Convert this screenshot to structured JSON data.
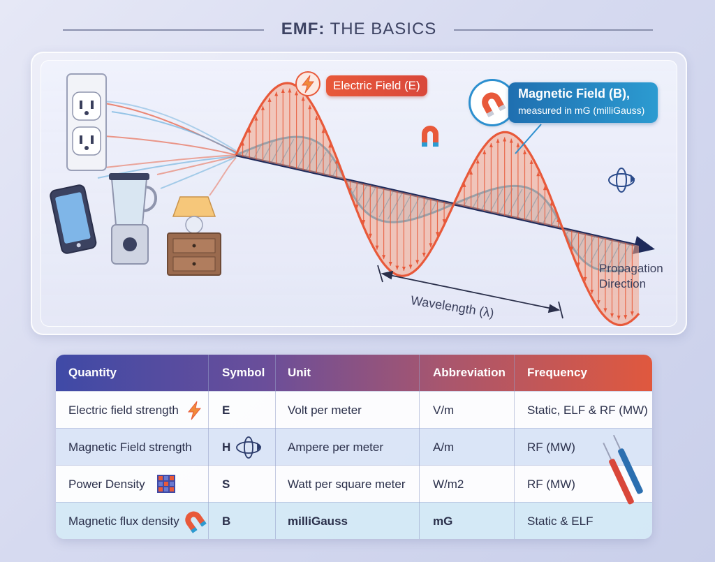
{
  "title": {
    "bold": "EMF:",
    "rest": " THE BASICS"
  },
  "diagram": {
    "electric_label": "Electric Field (E)",
    "magnetic_label_line1": "Magnetic Field (B),",
    "magnetic_label_line2": "measured in mG (milliGauss)",
    "propagation_line1": "Propagation",
    "propagation_line2": "Direction",
    "wavelength_label": "Wavelength (λ)"
  },
  "table": {
    "headers": [
      "Quantity",
      "Symbol",
      "Unit",
      "Abbreviation",
      "Frequency"
    ],
    "rows": [
      {
        "quantity": "Electric field strength",
        "symbol": "E",
        "unit": "Volt per meter",
        "abbreviation": "V/m",
        "frequency": "Static, ELF & RF (MW)",
        "icon": "lightning-icon"
      },
      {
        "quantity": "Magnetic Field strength",
        "symbol": "H",
        "unit": "Ampere per meter",
        "abbreviation": "A/m",
        "frequency": "RF (MW)",
        "icon": "field-loop-icon"
      },
      {
        "quantity": "Power Density",
        "symbol": "S",
        "unit": "Watt per square meter",
        "abbreviation": "W/m2",
        "frequency": "RF (MW)",
        "icon": "grid-icon"
      },
      {
        "quantity": "Magnetic flux density",
        "symbol": "B",
        "unit": "milliGauss",
        "abbreviation": "mG",
        "frequency": "Static & ELF",
        "icon": "magnet-icon"
      }
    ]
  },
  "colors": {
    "electric": "#e8593a",
    "magnetic": "#2c9bd1",
    "axis": "#1e2a5a"
  }
}
